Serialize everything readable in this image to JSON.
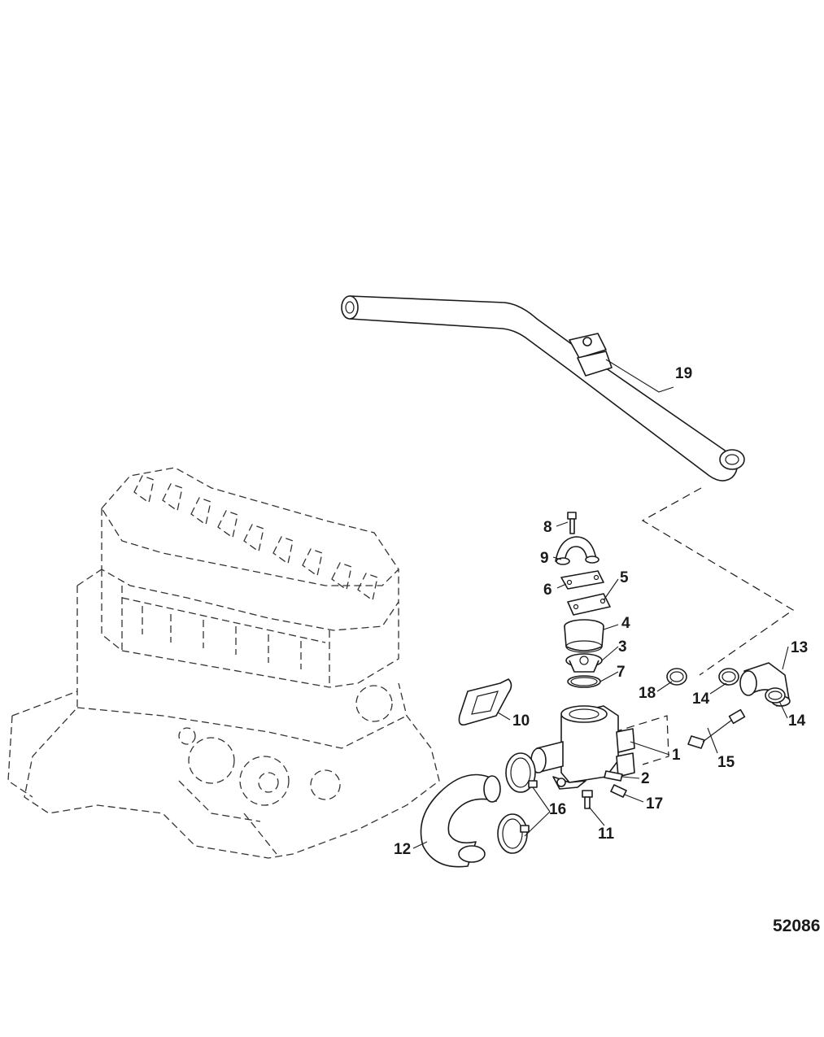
{
  "figure": {
    "number": "52086"
  },
  "callouts": [
    {
      "id": "1",
      "label": "1"
    },
    {
      "id": "2",
      "label": "2"
    },
    {
      "id": "3",
      "label": "3"
    },
    {
      "id": "4",
      "label": "4"
    },
    {
      "id": "5",
      "label": "5"
    },
    {
      "id": "6",
      "label": "6"
    },
    {
      "id": "7",
      "label": "7"
    },
    {
      "id": "8",
      "label": "8"
    },
    {
      "id": "9",
      "label": "9"
    },
    {
      "id": "10",
      "label": "10"
    },
    {
      "id": "11",
      "label": "11"
    },
    {
      "id": "12",
      "label": "12"
    },
    {
      "id": "13",
      "label": "13"
    },
    {
      "id": "14a",
      "label": "14"
    },
    {
      "id": "14b",
      "label": "14"
    },
    {
      "id": "15",
      "label": "15"
    },
    {
      "id": "16",
      "label": "16"
    },
    {
      "id": "17",
      "label": "17"
    },
    {
      "id": "18",
      "label": "18"
    },
    {
      "id": "19",
      "label": "19"
    }
  ],
  "colors": {
    "line": "#1a1a1a",
    "background": "#ffffff"
  }
}
